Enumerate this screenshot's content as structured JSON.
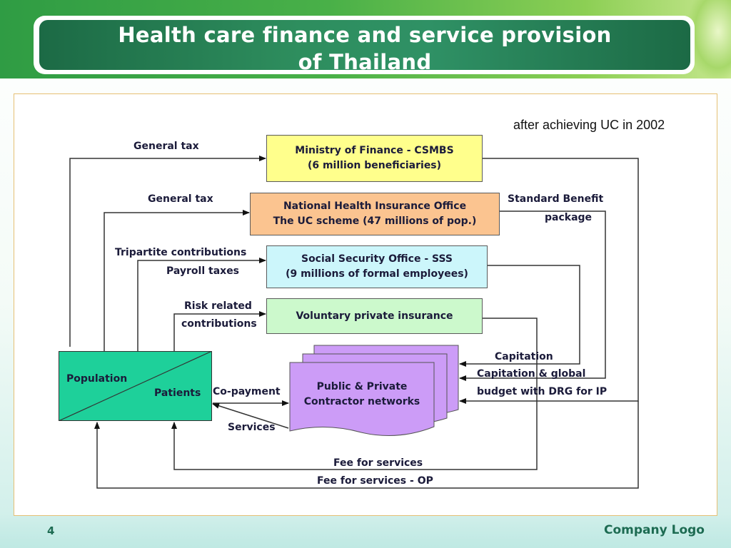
{
  "slide": {
    "title": "Health care finance and service provision\nof Thailand",
    "note": "after achieving UC in 2002",
    "page_number": "4",
    "logo": "Company Logo"
  },
  "diagram": {
    "nodes": {
      "mof": {
        "line1": "Ministry of Finance - CSMBS",
        "line2": "(6 million beneficiaries)",
        "color": "#ffff8c"
      },
      "nhso": {
        "line1": "National Health Insurance Office",
        "line2": "The UC scheme (47 millions of pop.)",
        "color": "#fbc490"
      },
      "sso": {
        "line1": "Social Security Office - SSS",
        "line2": "(9 millions of formal employees)",
        "color": "#ccf6fb"
      },
      "vpi": {
        "line1": "Voluntary private insurance",
        "color": "#ccf9cc"
      },
      "population": {
        "label": "Population",
        "label2": "Patients",
        "color": "#1ed09a"
      },
      "providers": {
        "line1": "Public & Private",
        "line2": "Contractor networks",
        "color": "#cc9cf7"
      }
    },
    "labels": {
      "general_tax_1": "General tax",
      "general_tax_2": "General tax",
      "tripartite": "Tripartite contributions",
      "payroll": "Payroll taxes",
      "risk1": "Risk related",
      "risk2": "contributions",
      "standard1": "Standard Benefit",
      "standard2": "package",
      "capitation": "Capitation",
      "capitation_global": "Capitation & global",
      "budget_drg": "budget with DRG for IP",
      "copayment": "Co-payment",
      "services": "Services",
      "fee1": "Fee for services",
      "fee2": "Fee for services - OP"
    }
  }
}
